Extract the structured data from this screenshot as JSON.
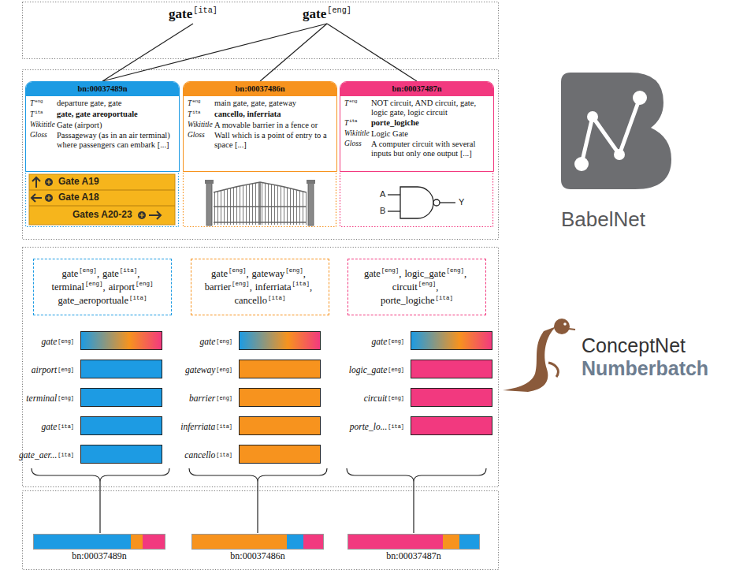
{
  "diagram": {
    "nodes": [
      {
        "text": [
          "gate",
          "[ita]"
        ]
      },
      {
        "text": [
          "gate",
          "[eng]"
        ]
      },
      {
        "text": [
          "bn:00037489n",
          "T",
          "eng",
          "departure gate, gate",
          "T",
          "ita",
          "gate, gate areoportuale",
          "Wikititle",
          "Gate (airport)",
          "Gloss",
          "Passageway (as in an air terminal) where passengers can embark [...]"
        ]
      },
      {
        "text": [
          "bn:00037486n",
          "T",
          "eng",
          "main gate, gate, gateway",
          "T",
          "ita",
          "cancello, inferriata",
          "Wikititle",
          "A movable barrier in a fence or",
          "Gloss",
          "Wall which is a point of entry to a space [...]"
        ]
      },
      {
        "text": [
          "bn:00037487n",
          "T",
          "eng",
          "NOT circuit, AND circuit, gate, logic gate, logic circuit",
          "T",
          "ita",
          "porte_logiche",
          "Wikititle",
          "Logic Gate",
          "Gloss",
          "A computer circuit with several inputs but only one output [...]"
        ]
      },
      {
        "text": [
          "gate",
          "[eng]",
          ",",
          "gate",
          "[ita]",
          ",",
          "terminal",
          "[eng]",
          ",",
          "airport",
          "[eng]",
          "gate_aeroportuale",
          "[ita]"
        ]
      },
      {
        "text": [
          "gate",
          "[eng]",
          ",",
          "gateway",
          "[eng]",
          ",",
          "barrier",
          "[eng]",
          ",",
          "inferriata",
          "[ita]",
          ",",
          "cancello",
          "[ita]"
        ]
      },
      {
        "text": [
          "gate",
          "[eng]",
          ",",
          "logic_gate",
          "[eng]",
          ",",
          "circuit",
          "[eng]",
          ",",
          "porte_logiche",
          "[ita]"
        ]
      },
      {
        "text": [
          "gate",
          "[eng]"
        ]
      },
      {
        "text": [
          "airport",
          "[eng]"
        ]
      },
      {
        "text": [
          "terminal",
          "[eng]"
        ]
      },
      {
        "text": [
          "gate",
          "[ita]"
        ]
      },
      {
        "text": [
          "gate_aer...",
          "[ita]"
        ]
      },
      {
        "text": [
          "gate",
          "[eng]"
        ]
      },
      {
        "text": [
          "gateway",
          "[eng]"
        ]
      },
      {
        "text": [
          "barrier",
          "[eng]"
        ]
      },
      {
        "text": [
          "inferriata",
          "[ita]"
        ]
      },
      {
        "text": [
          "cancello",
          "[ita]"
        ]
      },
      {
        "text": [
          "gate",
          "[eng]"
        ]
      },
      {
        "text": [
          "logic_gate",
          "[eng]"
        ]
      },
      {
        "text": [
          "circuit",
          "[eng]"
        ]
      },
      {
        "text": [
          "porte_lo...",
          "[ita]"
        ]
      },
      {
        "text": [
          "bn:00037489n"
        ]
      },
      {
        "text": [
          "bn:00037486n"
        ]
      },
      {
        "text": [
          "bn:00037487n"
        ]
      }
    ],
    "edges": [
      {
        "from": 0,
        "to": 2,
        "arrow": "none"
      },
      {
        "from": 1,
        "to": 2,
        "arrow": "none"
      },
      {
        "from": 1,
        "to": 3,
        "arrow": "none"
      },
      {
        "from": 1,
        "to": 4,
        "arrow": "none"
      }
    ],
    "labels": [
      "Gate A19",
      "Gate A18",
      "Gates A20-23",
      "A",
      "B",
      "Y",
      "BabelNet",
      "ConceptNet",
      "Numberbatch"
    ]
  }
}
